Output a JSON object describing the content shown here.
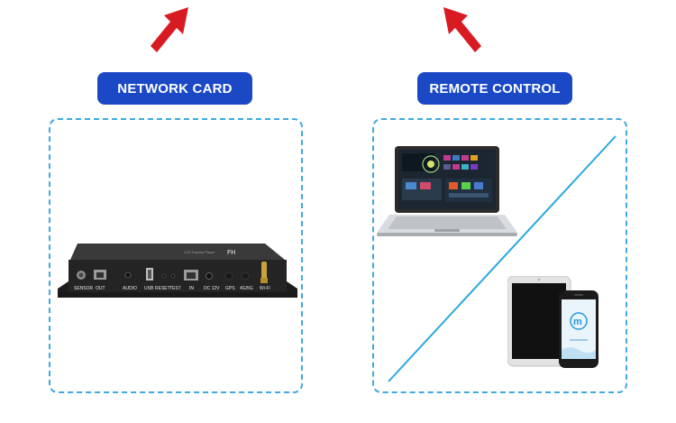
{
  "colors": {
    "arrow": "#d81b22",
    "label_bg": "#1b49c6",
    "dashed_border": "#3fa9e0",
    "divider": "#29a8df",
    "device_body": "#2a2a2a"
  },
  "left_section": {
    "arrow_icon": "red-arrow-up-right-icon",
    "label": "NETWORK CARD",
    "device": {
      "brand_mark": "FH",
      "model_text": "LED Display Player",
      "ports": [
        "SENSOR",
        "OUT",
        "AUDIO",
        "USB",
        "RESET",
        "TEST",
        "IN",
        "DC 12V",
        "GPS",
        "4G/5G",
        "Wi-Fi"
      ]
    }
  },
  "right_section": {
    "arrow_icon": "red-arrow-up-left-icon",
    "label": "REMOTE CONTROL",
    "laptop_icon": "laptop-icon",
    "tablet_icon": "tablet-icon",
    "phone_icon": "smartphone-icon"
  }
}
